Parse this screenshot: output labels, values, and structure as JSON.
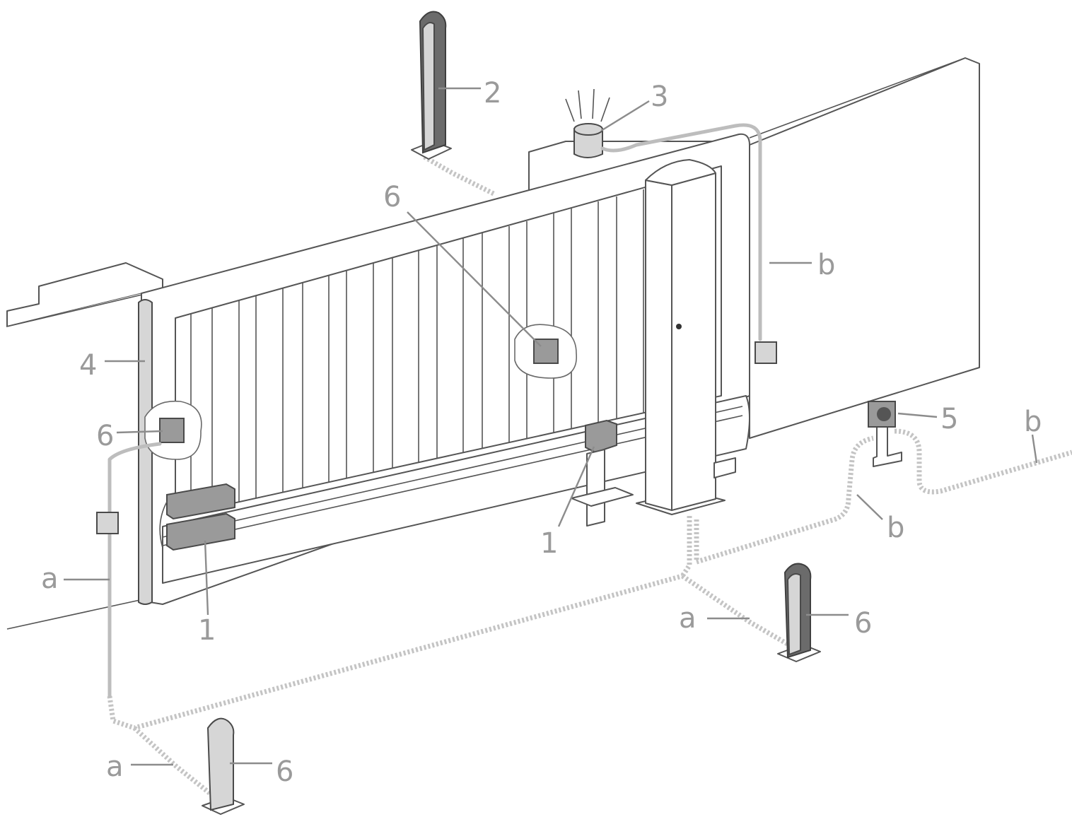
{
  "callouts": {
    "drive_motor_left": "1",
    "drive_motor_right": "1",
    "key_selector_post": "2",
    "warning_light": "3",
    "safety_edge": "4",
    "key_switch": "5",
    "photocell_gate_left": "6",
    "photocell_gate_center": "6",
    "photocell_post_front": "6",
    "photocell_post_right": "6",
    "cable_a_left": "a",
    "cable_a_front": "a",
    "cable_a_right": "a",
    "cable_b_wall": "b",
    "cable_b_switch": "b",
    "cable_b_far": "b"
  },
  "colors": {
    "outline": "#555555",
    "label": "#9a9a9a",
    "cable": "#c4c4c4",
    "dark_post": "#6b6b6b"
  }
}
